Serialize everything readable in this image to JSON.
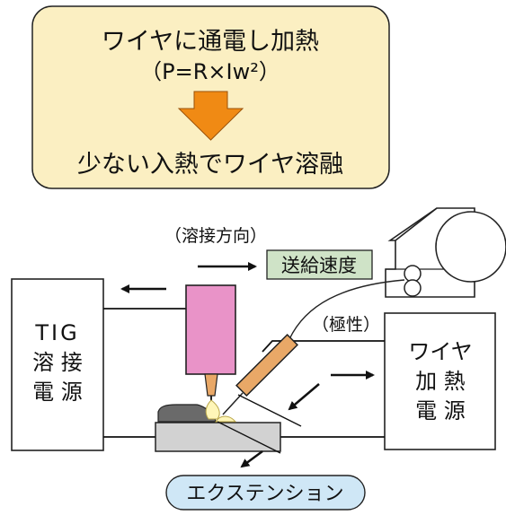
{
  "summary_box": {
    "line1": "ワイヤに通電し加熱",
    "line2": "（P=R×Iw²）",
    "line3": "少ない入熱でワイヤ溶融"
  },
  "labels": {
    "welding_direction": "（溶接方向）",
    "feed_speed": "送給速度",
    "polarity": "（極性）",
    "extension": "エクステンション"
  },
  "tig_power": {
    "lines": [
      "TIG",
      "溶 接",
      "電 源"
    ]
  },
  "wire_power": {
    "lines": [
      "ワイヤ",
      "加 熱",
      "電 源"
    ]
  },
  "colors": {
    "box_fill": "#fbefc2",
    "arrow_orange": "#f08a14",
    "feed_fill": "#cfe3c7",
    "torch_pink": "#e993c8",
    "wire_tan": "#e9a867",
    "extension_fill": "#cfe7f6",
    "base_gray": "#d2d2d2"
  },
  "icons": [
    "down-arrow-icon",
    "wire-spool-icon",
    "tig-torch-icon",
    "wire-nozzle-icon"
  ]
}
